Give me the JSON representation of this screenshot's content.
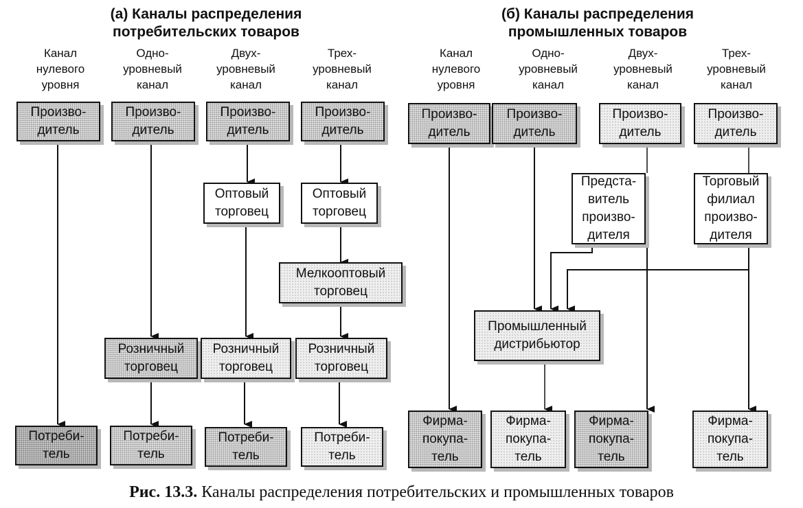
{
  "panel_a": {
    "title_line1": "(а) Каналы распределения",
    "title_line2": "потребительских товаров",
    "columns": [
      {
        "head": [
          "Канал",
          "нулевого",
          "уровня"
        ],
        "boxes": [
          "Произво-|дитель",
          "Потреби-|тель"
        ]
      },
      {
        "head": [
          "Одно-",
          "уровневый",
          "канал"
        ],
        "boxes": [
          "Произво-|дитель",
          "Розничный|торговец",
          "Потреби-|тель"
        ]
      },
      {
        "head": [
          "Двух-",
          "уровневый",
          "канал"
        ],
        "boxes": [
          "Произво-|дитель",
          "Оптовый|торговец",
          "Розничный|торговец",
          "Потреби-|тель"
        ]
      },
      {
        "head": [
          "Трех-",
          "уровневый",
          "канал"
        ],
        "boxes": [
          "Произво-|дитель",
          "Оптовый|торговец",
          "Мелкооптовый|торговец",
          "Розничный|торговец",
          "Потреби-|тель"
        ]
      }
    ]
  },
  "panel_b": {
    "title_line1": "(б) Каналы распределения",
    "title_line2": "промышленных товаров",
    "columns": [
      {
        "head": [
          "Канал",
          "нулевого",
          "уровня"
        ]
      },
      {
        "head": [
          "Одно-",
          "уровневый",
          "канал"
        ]
      },
      {
        "head": [
          "Двух-",
          "уровневый",
          "канал"
        ]
      },
      {
        "head": [
          "Трех-",
          "уровневый",
          "канал"
        ]
      }
    ],
    "producer": [
      "Произво-",
      "дитель"
    ],
    "representative": [
      "Предста-",
      "витель",
      "произво-",
      "дителя"
    ],
    "sales_branch": [
      "Торговый",
      "филиал",
      "произво-",
      "дителя"
    ],
    "distributor": [
      "Промышленный",
      "дистрибьютор"
    ],
    "buyer": [
      "Фирма-",
      "покупа-",
      "тель"
    ]
  },
  "caption": {
    "label": "Рис. 13.3.",
    "text": " Каналы распределения потребительских и промышленных товаров"
  }
}
